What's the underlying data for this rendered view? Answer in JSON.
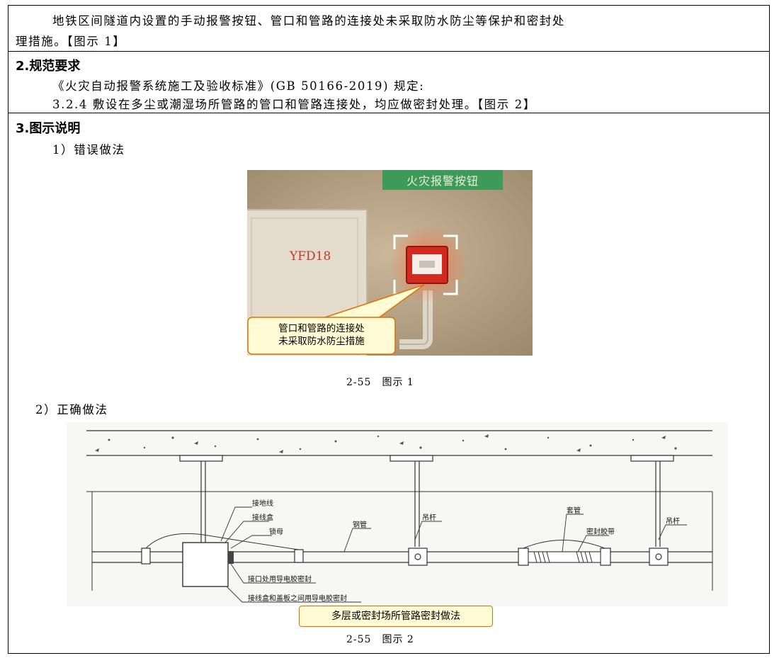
{
  "section1": {
    "text_line1": "地铁区间隧道内设置的手动报警按钮、管口和管路的连接处未采取防水防尘等保护和密封处",
    "text_line2": "理措施。【图示 1】"
  },
  "section2": {
    "heading": "2.规范要求",
    "standard": "《火灾自动报警系统施工及验收标准》(GB 50166-2019) 规定:",
    "clause": "3.2.4 敷设在多尘或潮湿场所管路的管口和管路连接处，均应做密封处理。【图示 2】"
  },
  "section3": {
    "heading": "3.图示说明",
    "wrong_label": "1）错误做法",
    "right_label": "2）正确做法",
    "figure1": {
      "sign_text": "火灾报警按钮",
      "box_text": "YFD18",
      "callout_line1": "管口和管路的连接处",
      "callout_line2": "未采取防水防尘措施",
      "caption": "2-55　图示 1"
    },
    "figure2": {
      "labels": {
        "ground_wire": "接地线",
        "junction_box": "接线盒",
        "lock_nut": "锁母",
        "steel_pipe": "钢管",
        "hanger1": "吊杆",
        "sleeve": "套管",
        "sealing_tape": "密封胶带",
        "hanger2": "吊杆",
        "interface_seal": "接口处用导电胶密封",
        "box_cover_seal": "接线盒和盖板之间用导电胶密封"
      },
      "title": "多层或密封场所管路密封做法",
      "caption": "2-55　图示 2"
    }
  },
  "colors": {
    "callout_fill": "#fffbd4",
    "callout_border": "#e07000",
    "sign_green": "#3d9a5a",
    "button_red": "#d42a1e"
  }
}
